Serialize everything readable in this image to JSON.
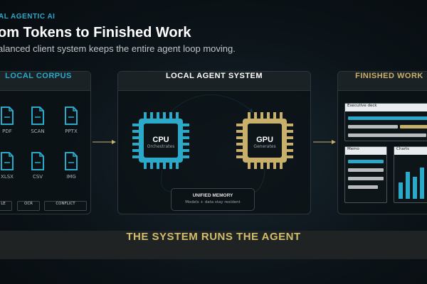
{
  "header": {
    "eyebrow": "AL AGENTIC AI",
    "title": "om Tokens to Finished Work",
    "subtitle": "alanced client system keeps the entire agent loop moving."
  },
  "colors": {
    "accent_blue": "#2aa9c8",
    "accent_gold": "#c9b06a",
    "banner_text": "#d2bd6a"
  },
  "corpus": {
    "title": "LOCAL CORPUS",
    "files": [
      {
        "label": "PDF",
        "icon": "document-icon"
      },
      {
        "label": "SCAN",
        "icon": "document-icon"
      },
      {
        "label": "PPTX",
        "icon": "document-icon"
      },
      {
        "label": "XLSX",
        "icon": "document-icon"
      },
      {
        "label": "CSV",
        "icon": "document-icon"
      },
      {
        "label": "IMG",
        "icon": "document-icon"
      }
    ],
    "pills": [
      "LE",
      "OCR",
      "CONFLICT"
    ]
  },
  "agent": {
    "title": "LOCAL AGENT SYSTEM",
    "cpu": {
      "name": "CPU",
      "sub": "Orchestrates",
      "icon": "chip-icon"
    },
    "gpu": {
      "name": "GPU",
      "sub": "Generates",
      "icon": "chip-icon"
    },
    "memory": {
      "title": "UNIFIED MEMORY",
      "sub": "Models + data stay resident"
    }
  },
  "finished": {
    "title": "FINISHED WORK",
    "deck": "Executive deck",
    "memo": "Memo",
    "charts": "Charts",
    "chart_values": [
      0.45,
      0.75,
      0.62,
      0.88
    ]
  },
  "banner": "THE SYSTEM RUNS THE AGENT"
}
